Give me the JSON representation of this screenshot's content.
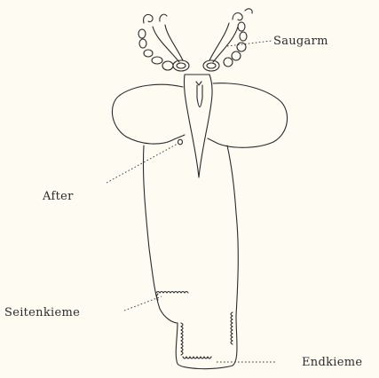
{
  "labels": {
    "saugarm": "Saugarm",
    "after": "After",
    "seitenkieme": "Seitenkieme",
    "endkieme": "Endkieme"
  },
  "colors": {
    "background": "#fdfbf2",
    "ink": "#2b2b2b"
  }
}
